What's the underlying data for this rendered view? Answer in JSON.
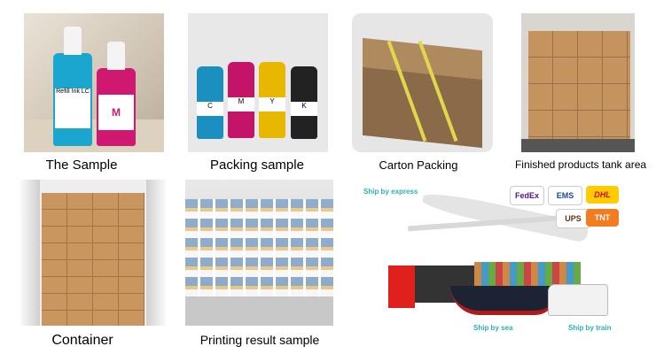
{
  "panels": [
    {
      "caption": "The Sample",
      "bottle_labels": [
        "Refill Ink LC",
        "M"
      ]
    },
    {
      "caption": "Packing sample",
      "bottle_labels": [
        "C",
        "M",
        "Y",
        "K"
      ]
    },
    {
      "caption": "Carton Packing"
    },
    {
      "caption": "Finished products tank area"
    },
    {
      "caption": "Container"
    },
    {
      "caption": "Printing result sample"
    }
  ],
  "shipping": {
    "express_label": "Ship by express",
    "sea_label": "Ship by sea",
    "train_label": "Ship by train",
    "carriers": [
      "FedEx",
      "EMS",
      "DHL",
      "UPS",
      "TNT"
    ]
  },
  "colors": {
    "caption_text": "#000000",
    "shipping_text": "#2bb3b0"
  }
}
